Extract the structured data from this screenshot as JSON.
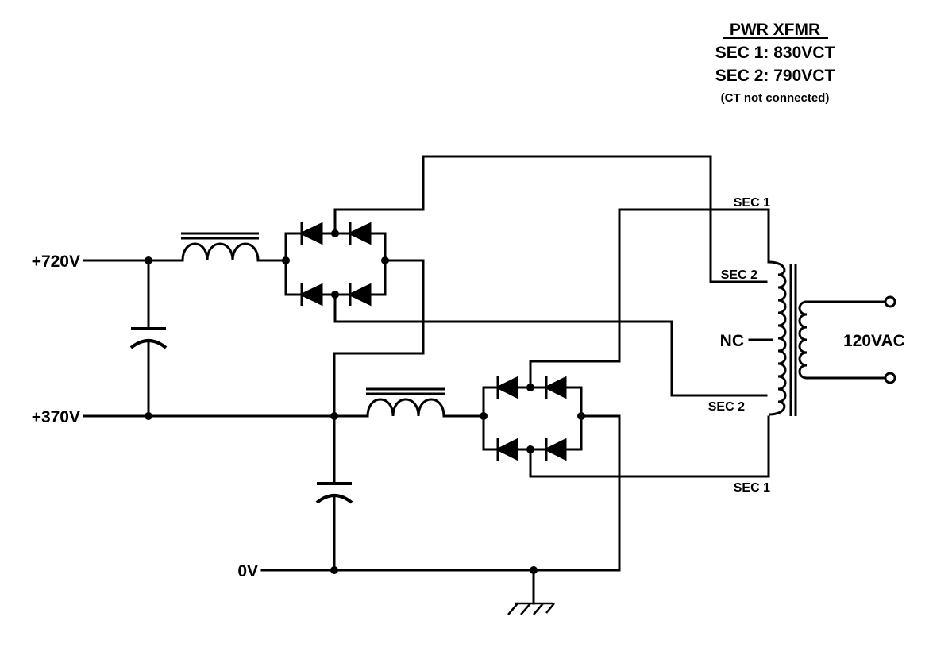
{
  "transformer": {
    "title": "PWR XFMR",
    "sec1_rating": "SEC 1: 830VCT",
    "sec2_rating": "SEC 2: 790VCT",
    "ct_note": "(CT not connected)",
    "tap_sec1_top": "SEC 1",
    "tap_sec2_top": "SEC 2",
    "tap_center": "NC",
    "tap_sec2_bottom": "SEC 2",
    "tap_sec1_bottom": "SEC 1",
    "primary_label": "120VAC"
  },
  "outputs": {
    "high": "+720V",
    "mid": "+370V",
    "ground": "0V"
  },
  "colors": {
    "ink": "#000000",
    "background": "#ffffff"
  }
}
